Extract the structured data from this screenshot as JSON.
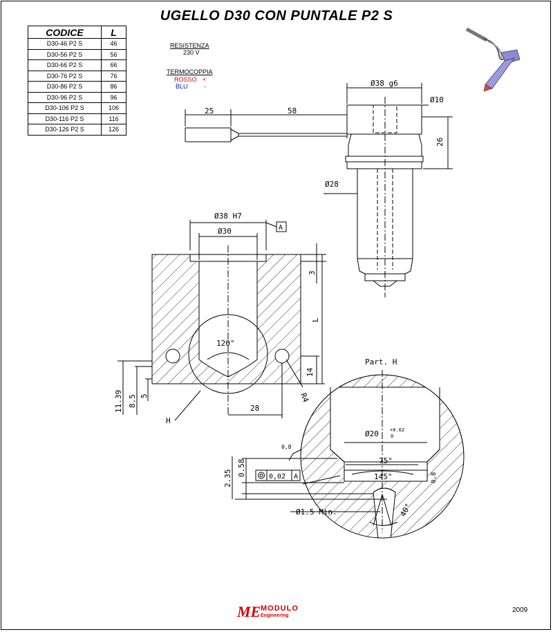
{
  "title": "UGELLO D30 CON PUNTALE P2 S",
  "table": {
    "headers": [
      "CODICE",
      "L"
    ],
    "rows": [
      [
        "D30-46 P2 S",
        "46"
      ],
      [
        "D30-56 P2 S",
        "56"
      ],
      [
        "D30-66 P2 S",
        "66"
      ],
      [
        "D30-76 P2 S",
        "76"
      ],
      [
        "D30-86 P2 S",
        "86"
      ],
      [
        "D30-96 P2 S",
        "96"
      ],
      [
        "D30-106 P2 S",
        "106"
      ],
      [
        "D30-116 P2 S",
        "116"
      ],
      [
        "D30-126 P2 S",
        "126"
      ]
    ]
  },
  "specs": {
    "resistenza_label": "RESISTENZA",
    "resistenza_value": "230 V",
    "termocoppia_label": "TERMOCOPPIA",
    "rosso": "ROSSO",
    "rosso_sign": "+",
    "blu": "BLU",
    "blu_sign": "-"
  },
  "dims": {
    "d38g6": "Ø38 g6",
    "d10": "Ø10",
    "d25": "25",
    "d58": "58",
    "d26": "26",
    "d28": "Ø28",
    "d38h7": "Ø38 H7",
    "d30": "Ø30",
    "datum": "A",
    "d3": "3",
    "dL": "L",
    "a120": "120°",
    "d14": "14",
    "d1139": "11.39",
    "d85": "8.5",
    "d5": "5",
    "d28b": "28",
    "r4": "R4",
    "h": "H",
    "part_h": "Part. H",
    "d20": "Ø20",
    "tol_up": "+0.02",
    "tol_lo": "0",
    "r08": "0,8",
    "a75": "75°",
    "a145": "145°",
    "d08": "0,8",
    "d235": "2.35",
    "d058": "0.58",
    "tol_value": "0,02",
    "tol_datum": "A",
    "d15": "Ø1.5 Min.",
    "a40": "40°"
  },
  "footer": {
    "logo_initials": "ME",
    "logo_top": "MODULO",
    "logo_bottom": "Engineering",
    "year": "2009"
  },
  "colors": {
    "red": "#d40000",
    "blue": "#1a1aa0",
    "line": "#000000"
  }
}
